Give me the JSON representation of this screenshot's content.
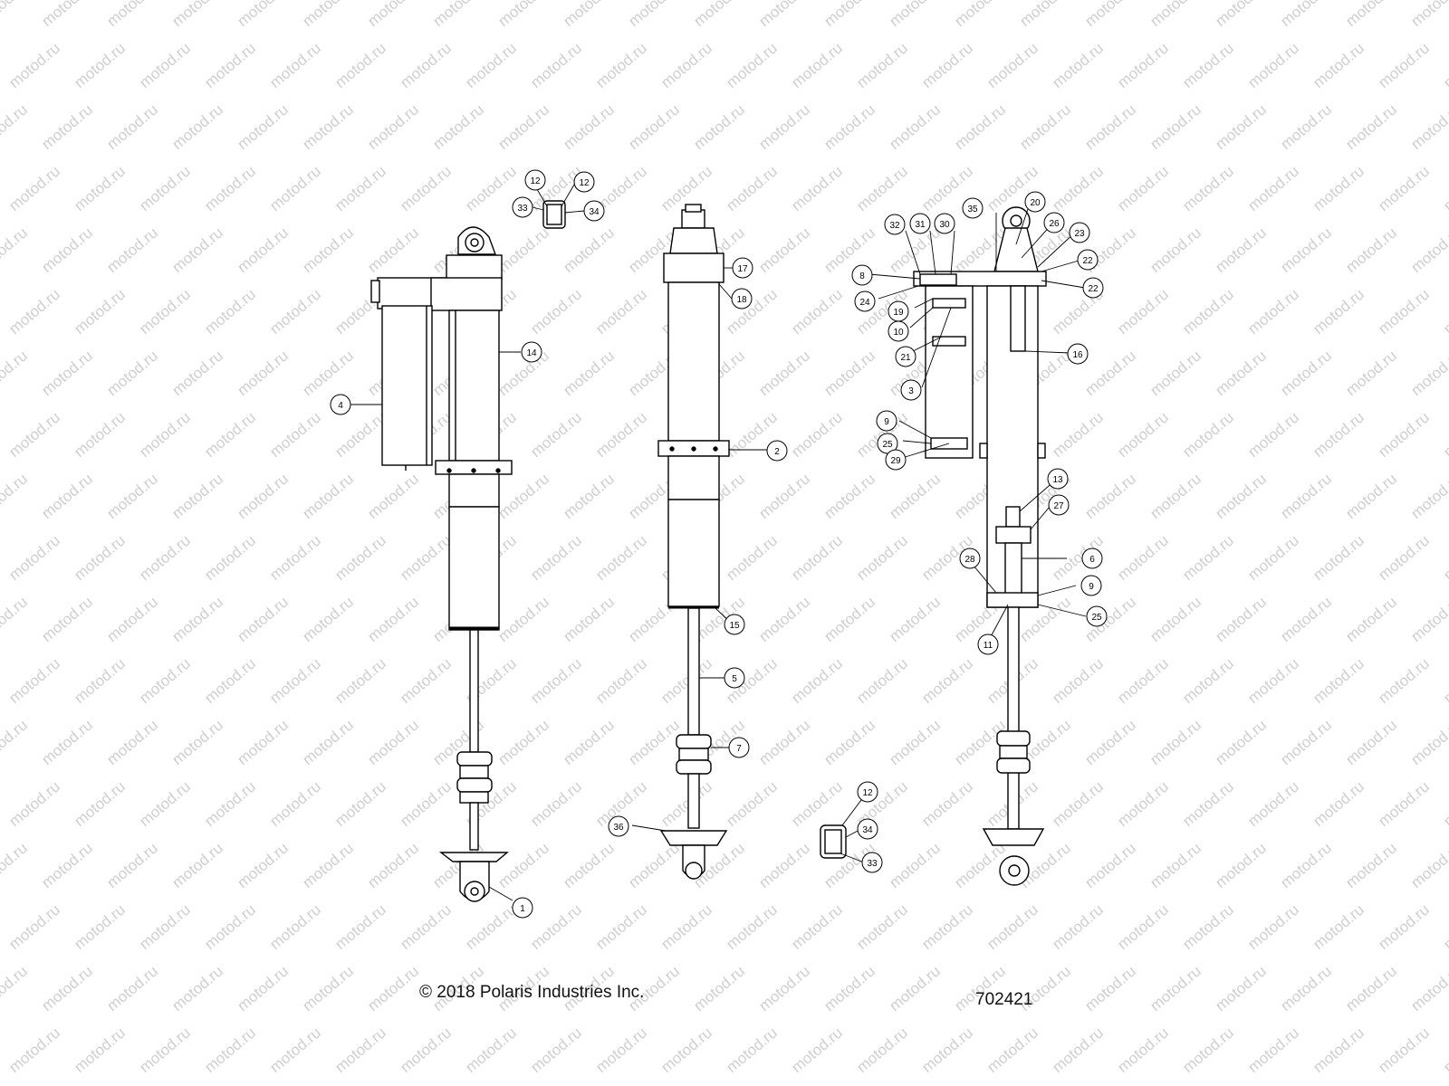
{
  "watermark": "motod.ru",
  "copyright": "© 2018 Polaris Industries Inc.",
  "drawing_number": "702421",
  "callouts": {
    "c1": "1",
    "c2": "2",
    "c3": "3",
    "c4": "4",
    "c5": "5",
    "c6": "6",
    "c7": "7",
    "c8": "8",
    "c9a": "9",
    "c9b": "9",
    "c10": "10",
    "c11": "11",
    "c12a": "12",
    "c12b": "12",
    "c12c": "12",
    "c13": "13",
    "c14": "14",
    "c15": "15",
    "c16": "16",
    "c17": "17",
    "c18": "18",
    "c19": "19",
    "c20": "20",
    "c21": "21",
    "c22a": "22",
    "c22b": "22",
    "c23": "23",
    "c24": "24",
    "c25a": "25",
    "c25b": "25",
    "c26": "26",
    "c27": "27",
    "c28": "28",
    "c29": "29",
    "c30": "30",
    "c31": "31",
    "c32": "32",
    "c33a": "33",
    "c33b": "33",
    "c34a": "34",
    "c34b": "34",
    "c35": "35",
    "c36": "36"
  }
}
